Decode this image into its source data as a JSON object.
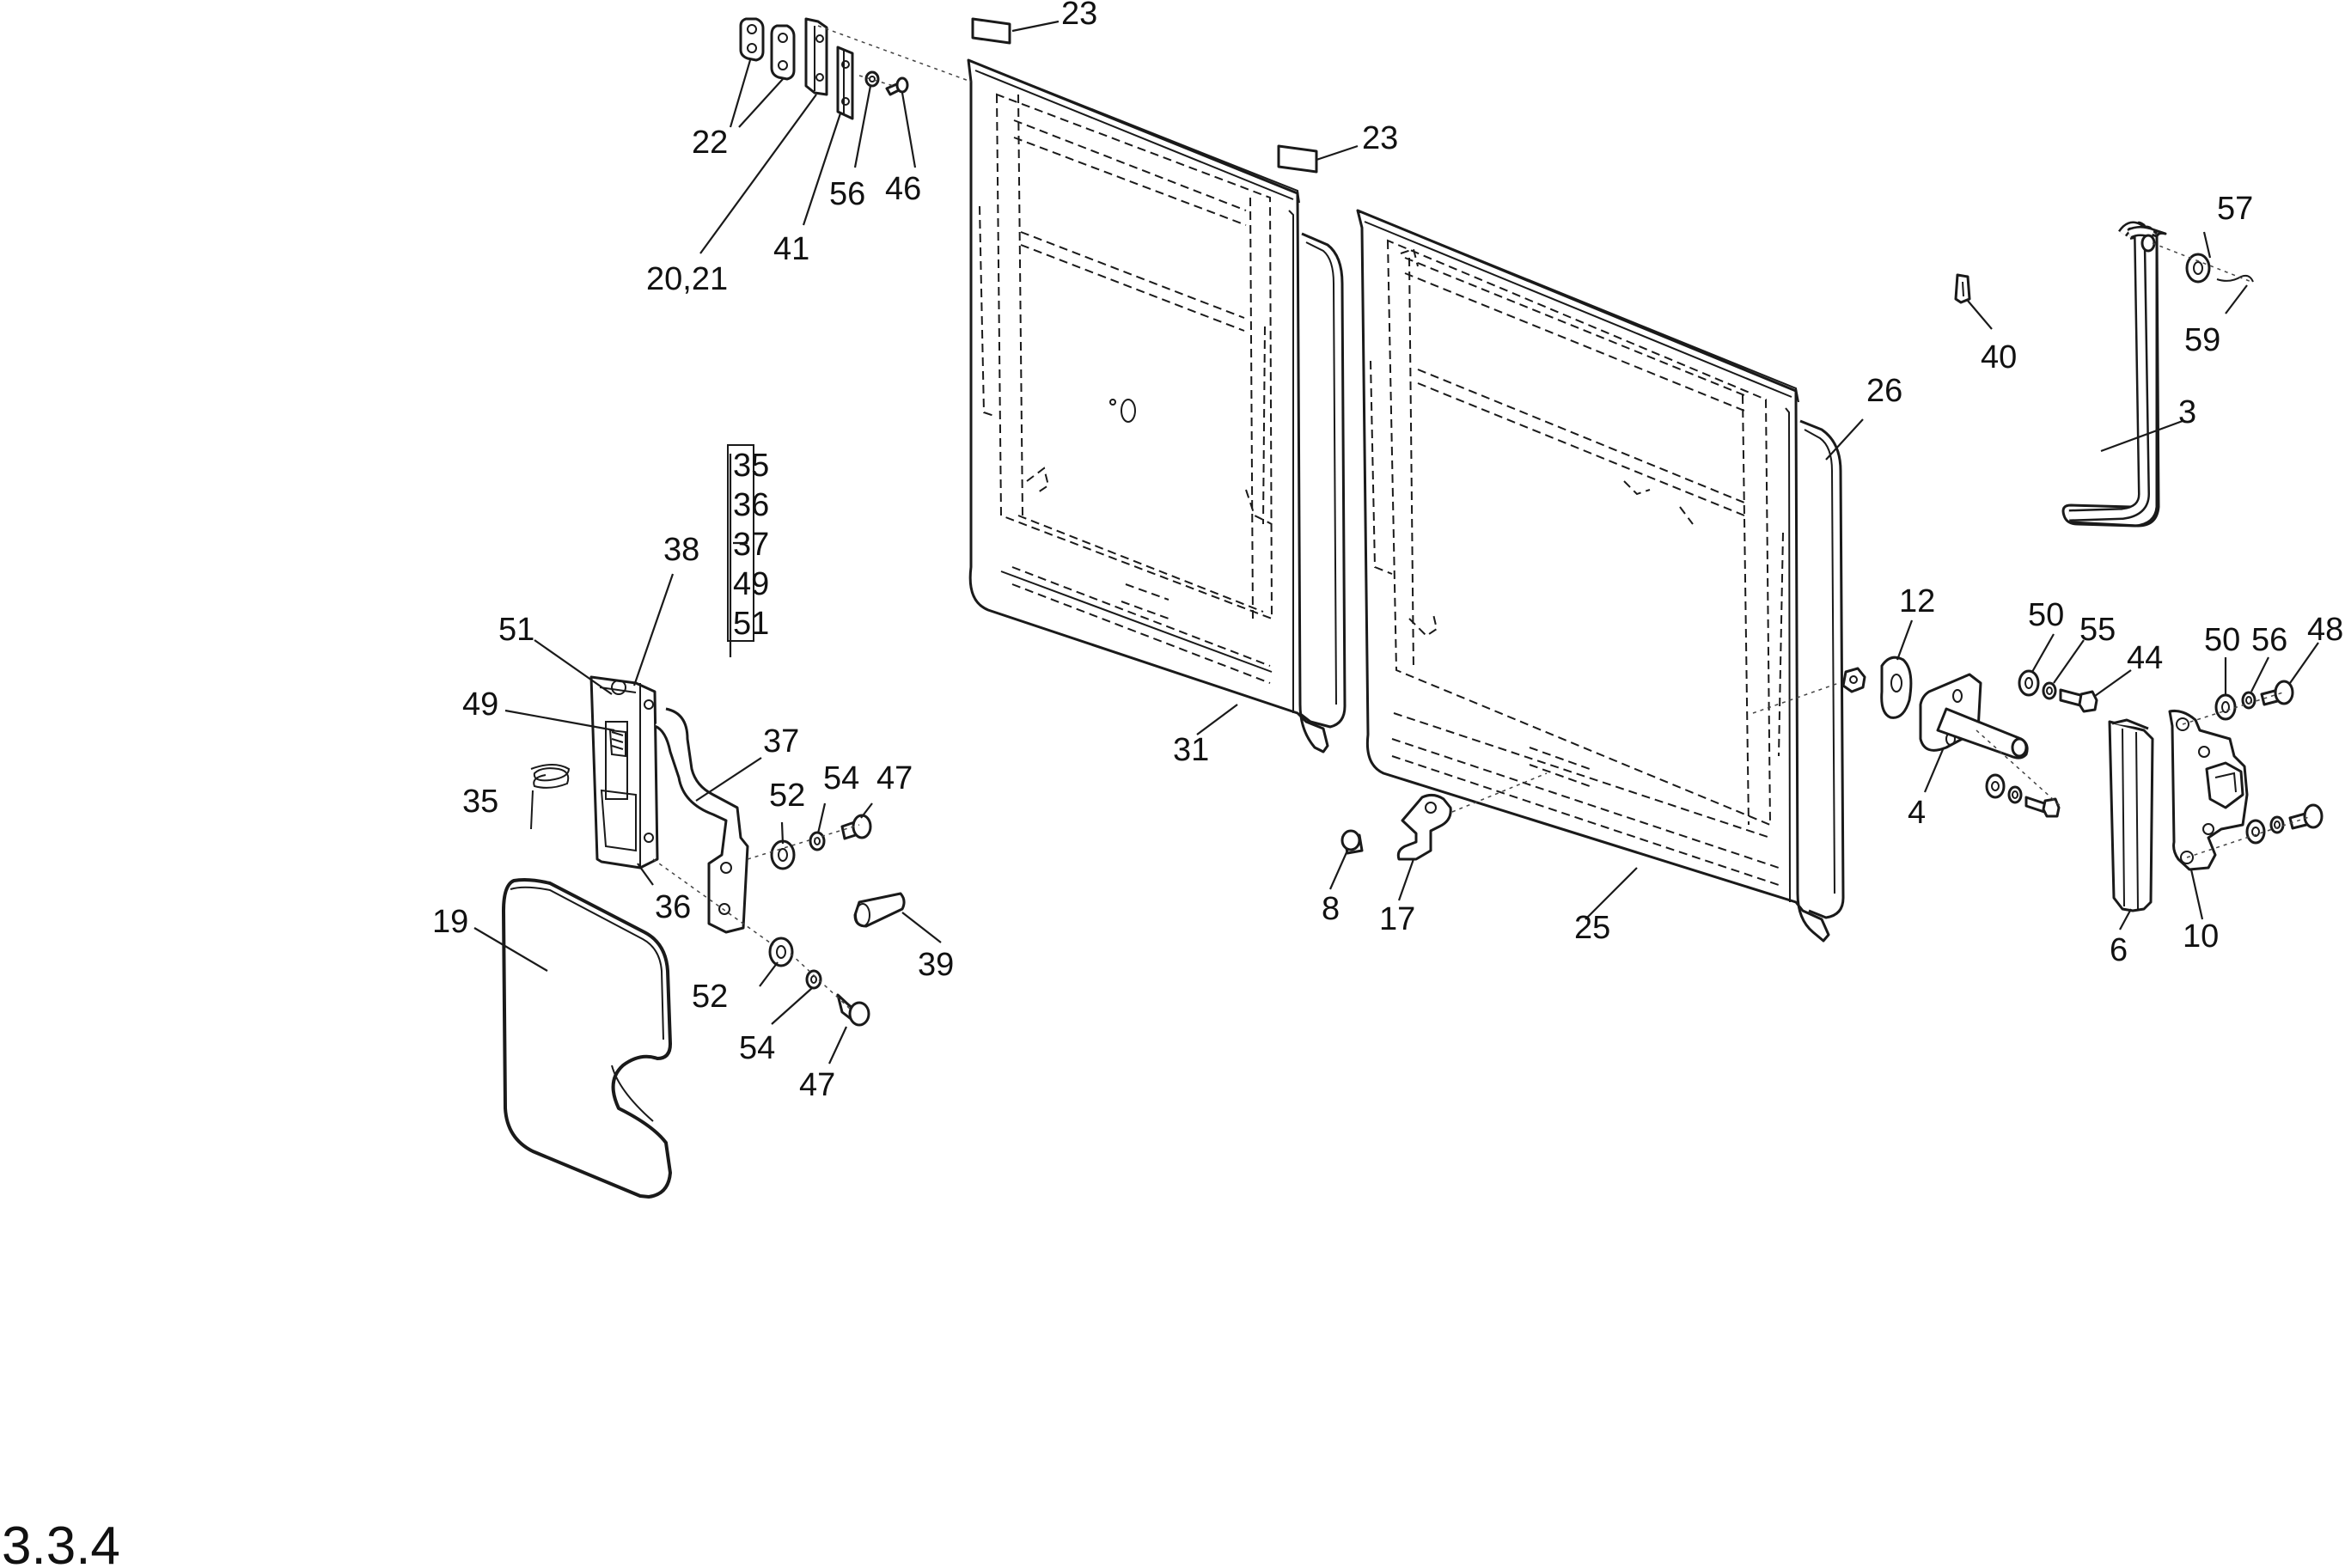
{
  "figure_ref": "3.3.4",
  "callouts": {
    "c23a": "23",
    "c23b": "23",
    "c22": "22",
    "c20_21": "20,21",
    "c41": "41",
    "c56a": "56",
    "c46": "46",
    "c57": "57",
    "c59": "59",
    "c40": "40",
    "c3": "3",
    "c26": "26",
    "c31": "31",
    "c25": "25",
    "c35a": "35",
    "c36a": "36",
    "c37a": "37",
    "c49a": "49",
    "c51a": "51",
    "c38": "38",
    "c51": "51",
    "c49": "49",
    "c35": "35",
    "c37": "37",
    "c36": "36",
    "c52a": "52",
    "c54a": "54",
    "c47a": "47",
    "c19": "19",
    "c39": "39",
    "c52b": "52",
    "c54b": "54",
    "c47b": "47",
    "c12": "12",
    "c50a": "50",
    "c55": "55",
    "c44": "44",
    "c4": "4",
    "c50b": "50",
    "c56b": "56",
    "c48": "48",
    "c6": "6",
    "c10": "10",
    "c8": "8",
    "c17": "17"
  }
}
